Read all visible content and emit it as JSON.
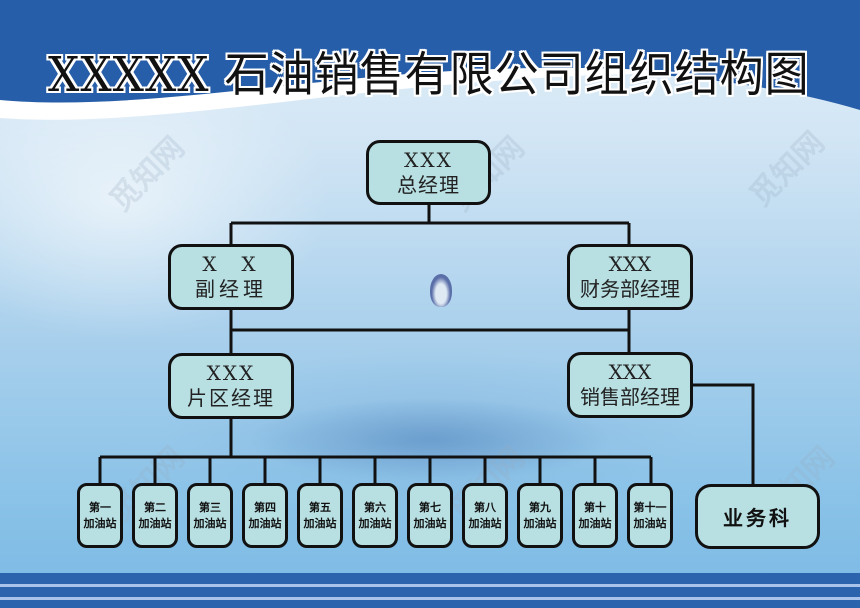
{
  "title": "XXXXX 石油销售有限公司组织结构图",
  "colors": {
    "header_blue": "#275ea9",
    "box_fill": "#b8dfe2",
    "box_border": "#111111",
    "stripe_blue": "#2b63ad",
    "stripe_light": "#a9c3ea"
  },
  "org": {
    "general_manager": {
      "name": "XXX",
      "role": "总经理"
    },
    "deputy_manager": {
      "name": "X  X",
      "role": "副经理"
    },
    "finance_manager": {
      "name": "XXX",
      "role": "财务部经理"
    },
    "area_manager": {
      "name": "XXX",
      "role": "片区经理"
    },
    "sales_manager": {
      "name": "XXX",
      "role": "销售部经理"
    },
    "business_dept": {
      "label": "业务科"
    },
    "stations": [
      {
        "line1": "第一",
        "line2": "加油站"
      },
      {
        "line1": "第二",
        "line2": "加油站"
      },
      {
        "line1": "第三",
        "line2": "加油站"
      },
      {
        "line1": "第四",
        "line2": "加油站"
      },
      {
        "line1": "第五",
        "line2": "加油站"
      },
      {
        "line1": "第六",
        "line2": "加油站"
      },
      {
        "line1": "第七",
        "line2": "加油站"
      },
      {
        "line1": "第八",
        "line2": "加油站"
      },
      {
        "line1": "第九",
        "line2": "加油站"
      },
      {
        "line1": "第十",
        "line2": "加油站"
      },
      {
        "line1": "第十一",
        "line2": "加油站"
      }
    ]
  },
  "watermark": "觅知网"
}
